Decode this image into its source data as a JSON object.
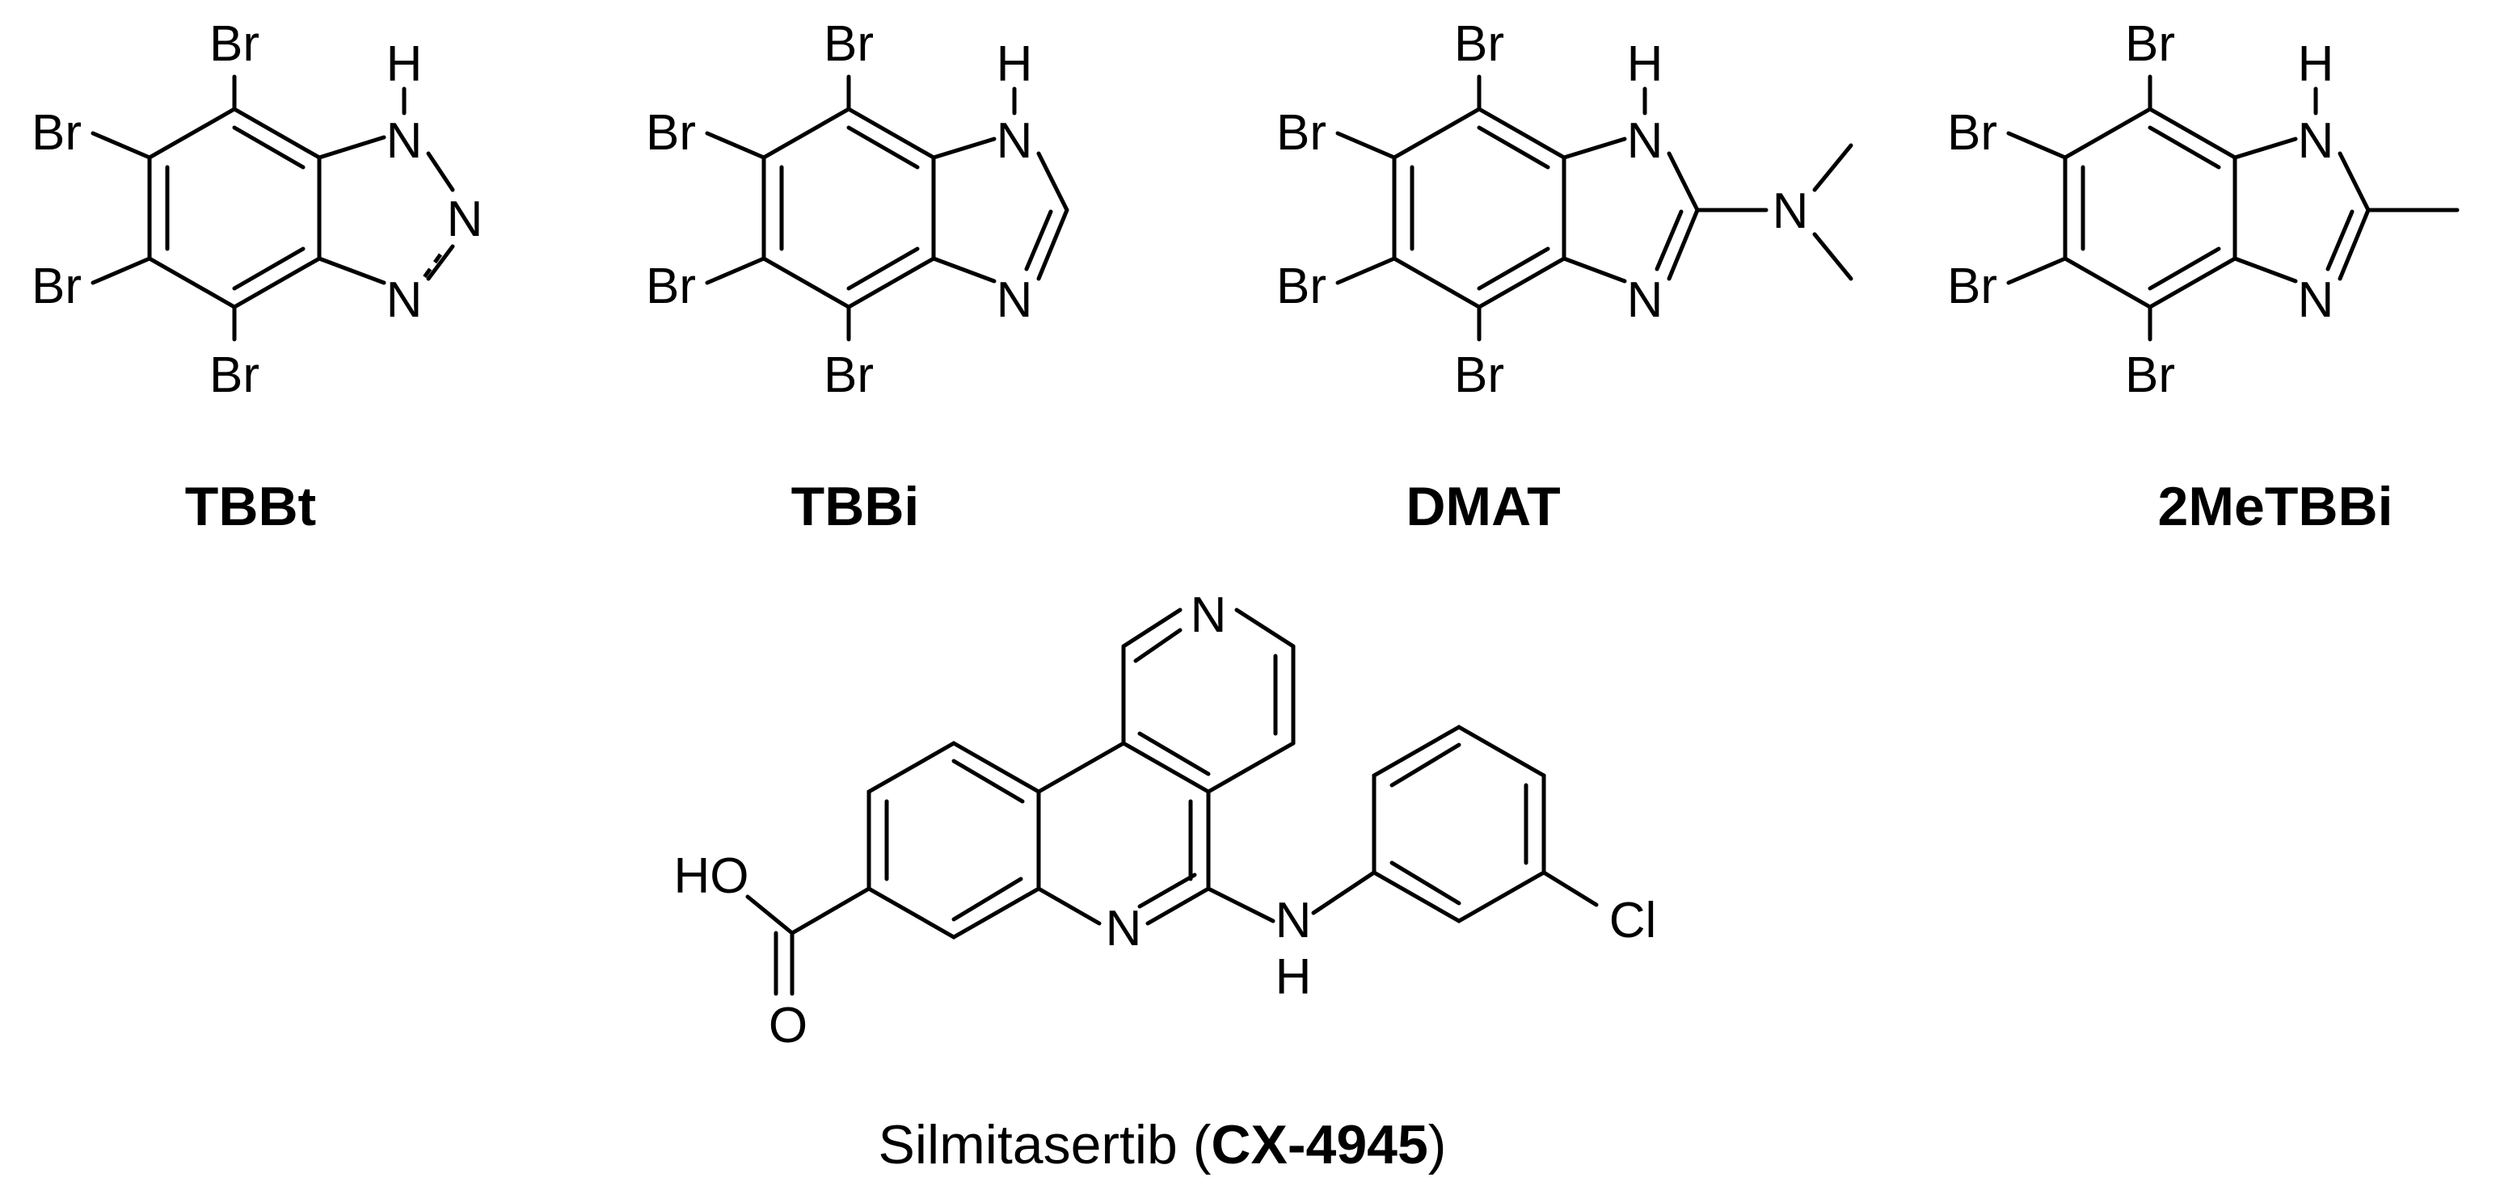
{
  "labels": {
    "br": "Br",
    "h": "H",
    "n": "N",
    "ho": "HO",
    "o": "O",
    "cl": "Cl"
  },
  "compounds": [
    {
      "name": "TBBt"
    },
    {
      "name": "TBBi"
    },
    {
      "name": "DMAT"
    },
    {
      "name": "2MeTBBi"
    }
  ],
  "cx4945": {
    "caption_prefix": "Silmitasertib (",
    "caption_code": "CX-4945",
    "caption_suffix": ")"
  }
}
